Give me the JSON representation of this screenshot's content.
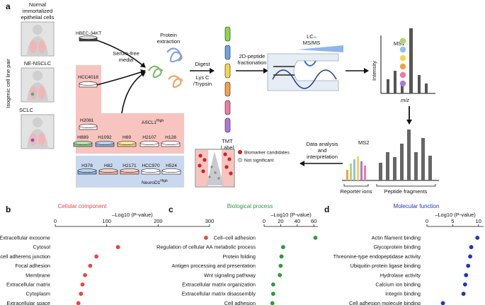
{
  "colors": {
    "ascl_box": "#f7c4c0",
    "neurod_box": "#c9d8ee",
    "cellular_component": "#e84545",
    "biological_process": "#2e9a3a",
    "molecular_function": "#2233bb"
  },
  "panel_a": {
    "label": "a",
    "cell_types": [
      "Normal immortalized epithelial cells",
      "NE-NSCLC",
      "SCLC"
    ],
    "side_label": "Isogenic cell line pair",
    "cell_lines": {
      "normal": "HBEC-34KT",
      "nsclc": "HCC4018",
      "sclc_first": "H2081",
      "ascl1_row": [
        "H889",
        "H1092",
        "H69",
        "H2107",
        "H128"
      ],
      "neurod1_row": [
        "H378",
        "H82",
        "H2171",
        "HCC970",
        "H524"
      ]
    },
    "ascl1_label": "ASCL1",
    "ascl1_sup": "High",
    "neurod1_label": "NeuroD1",
    "neurod1_sup": "High",
    "serum_free": [
      "Serum-free",
      "media"
    ],
    "protein_extraction": [
      "Protein",
      "extraction"
    ],
    "digest": [
      "Digest",
      "Lys C",
      "/Trypsin"
    ],
    "tmt": [
      "TMT",
      "Label"
    ],
    "fractionation": [
      "2D-peptide",
      "fractionation"
    ],
    "lcms": [
      "LC–",
      "MS/MS"
    ],
    "ms1": "MS1",
    "intensity": "Intensity",
    "mz": "m/z",
    "ms2": "MS2",
    "reporter_ions": "Reporter ions",
    "peptide_fragments": "Peptide fragments",
    "data_analysis": [
      "Data analysis",
      "and",
      "interpretation"
    ],
    "legend": [
      "Biomarker candidates",
      "Not significant"
    ],
    "icons": [
      "lung-icon",
      "test-tube-icon",
      "spectrometer-icon"
    ]
  },
  "chart_data": [
    {
      "type": "scatter",
      "panel": "b",
      "title": "Cellular component",
      "xlabel": "–Log10 (P-value)",
      "xticks": [
        0,
        100,
        200,
        300
      ],
      "xlim": [
        0,
        300
      ],
      "categories": [
        "Extracellular exosome",
        "Cytosol",
        "Cell–cell adherens junction",
        "Focal adhesion",
        "Membrane",
        "Extracellular matrix",
        "Cytoplasm",
        "Extracellular space"
      ],
      "values": [
        293,
        122,
        80,
        68,
        58,
        53,
        50,
        45
      ]
    },
    {
      "type": "scatter",
      "panel": "c",
      "title": "Biological process",
      "xlabel": "–Log10 (P-value)",
      "xticks": [
        0,
        20,
        40,
        60
      ],
      "xlim": [
        0,
        65
      ],
      "categories": [
        "Cell–cell adhesion",
        "Regulation of cellular AA metabolic process",
        "Protein folding",
        "Antigen processing and presentation",
        "Wnt signaling pathway",
        "Extracellular matrix organization",
        "Extracellular matrix disassembly",
        "Cell adhesion"
      ],
      "values": [
        62,
        23,
        21,
        20,
        19,
        11,
        11,
        10
      ]
    },
    {
      "type": "scatter",
      "panel": "d",
      "title": "Molecular function",
      "xlabel": "–Log10 (P-value)",
      "xticks": [
        0,
        5,
        10
      ],
      "xlim": [
        0,
        11
      ],
      "categories": [
        "Actin filament binding",
        "Glycoprotein binding",
        "Threonine-type endopeptidase activity",
        "Ubiquitin protein ligase binding",
        "Hydrolase activity",
        "Calcium ion binding",
        "Integrin binding",
        "Cell adhesion molecule binding"
      ],
      "values": [
        9.8,
        8.6,
        8.4,
        8.0,
        7.6,
        7.4,
        7.1,
        3.1
      ]
    }
  ]
}
